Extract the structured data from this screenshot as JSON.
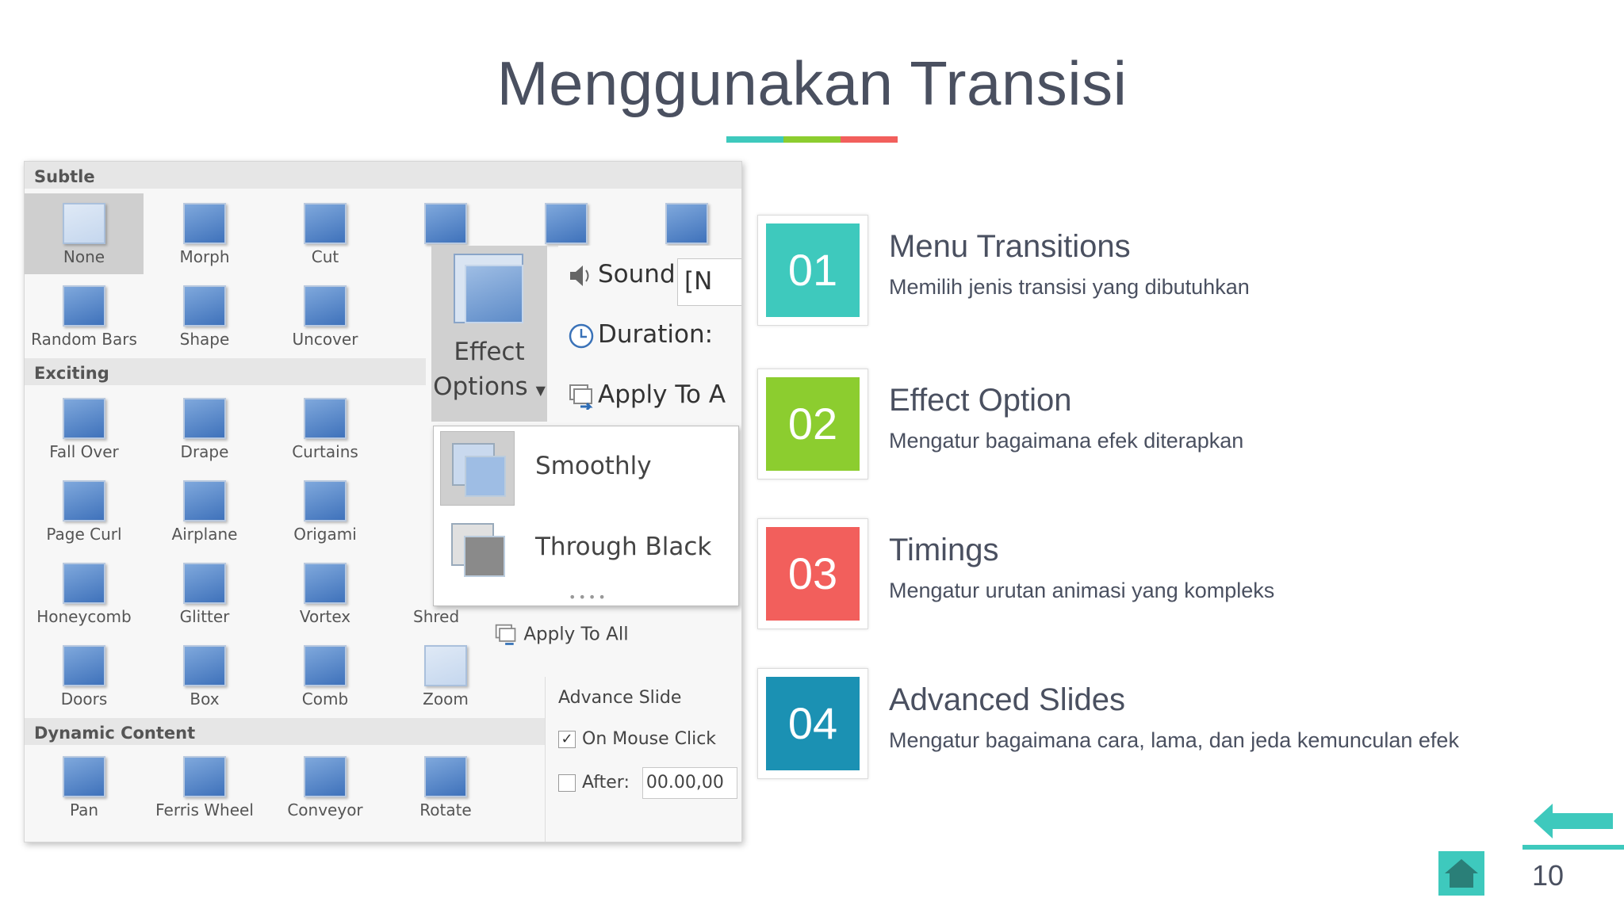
{
  "slide": {
    "title": "Menggunakan Transisi",
    "title_bar_colors": [
      "#3ec9bd",
      "#8ccd2f",
      "#f25f5c"
    ],
    "page_number": "10"
  },
  "ppt": {
    "sections": [
      "Subtle",
      "Exciting",
      "Dynamic Content"
    ],
    "subtle": [
      "None",
      "Morph",
      "Cut",
      "Random Bars",
      "Shape",
      "Uncover"
    ],
    "exciting": [
      "Fall Over",
      "Drape",
      "Curtains",
      "Page Curl",
      "Airplane",
      "Origami",
      "Honeycomb",
      "Glitter",
      "Vortex",
      "Shred",
      "Doors",
      "Box",
      "Comb",
      "Zoom"
    ],
    "dynamic": [
      "Pan",
      "Ferris Wheel",
      "Conveyor",
      "Rotate"
    ],
    "effect_options": {
      "line1": "Effect",
      "line2": "Options"
    },
    "timing": {
      "sound_label": "Sound:",
      "sound_value": "[N",
      "duration_label": "Duration:",
      "apply_to_label": "Apply To A"
    },
    "effect_menu": [
      "Smoothly",
      "Through Black"
    ],
    "apply_all": "Apply To All",
    "advance_slide": "Advance Slide",
    "on_mouse_click": "On Mouse Click",
    "after_label": "After:",
    "after_value": "00.00,00"
  },
  "items": [
    {
      "number": "01",
      "color": "#3ec9bd",
      "title": "Menu Transitions",
      "desc": "Memilih jenis transisi yang dibutuhkan"
    },
    {
      "number": "02",
      "color": "#8ccd2f",
      "title": "Effect Option",
      "desc": "Mengatur bagaimana efek diterapkan"
    },
    {
      "number": "03",
      "color": "#f25f5c",
      "title": "Timings",
      "desc": "Mengatur urutan animasi yang kompleks"
    },
    {
      "number": "04",
      "color": "#1b91b3",
      "title": "Advanced Slides",
      "desc": "Mengatur bagaimana cara, lama, dan jeda kemunculan efek"
    }
  ],
  "nav": {
    "back_icon": "arrow-left-icon",
    "home_icon": "home-icon",
    "accent": "#3ec9bd"
  }
}
